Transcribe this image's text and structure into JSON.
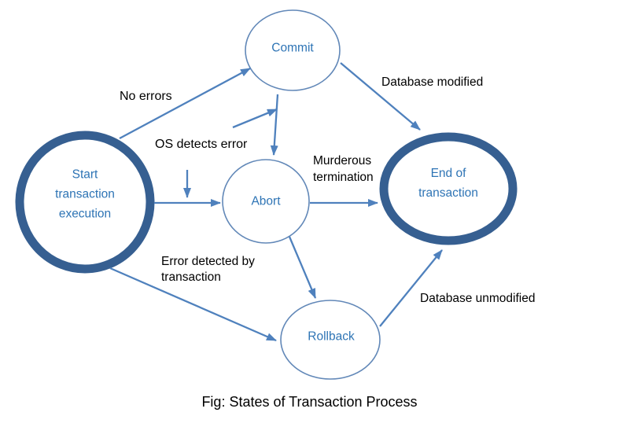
{
  "figure": {
    "caption": "Fig: States of Transaction Process"
  },
  "colors": {
    "background": "#ffffff",
    "node-stroke-thick": "#365f91",
    "node-stroke-thin": "#6288b8",
    "node-text": "#2e74b5",
    "arrow": "#4f81bd",
    "label-text": "#000000"
  },
  "nodes": {
    "start": {
      "lines": [
        "Start",
        "transaction",
        "execution"
      ]
    },
    "commit": {
      "lines": [
        "Commit"
      ]
    },
    "abort": {
      "lines": [
        "Abort"
      ]
    },
    "rollback": {
      "lines": [
        "Rollback"
      ]
    },
    "end": {
      "lines": [
        "End of",
        "transaction"
      ]
    }
  },
  "edge_labels": {
    "no_errors": "No errors",
    "os_detects_error": "OS detects error",
    "murderous": [
      "Murderous",
      "termination"
    ],
    "database_modified": "Database modified",
    "error_detected": [
      "Error detected by",
      "transaction"
    ],
    "database_unmodified": "Database unmodified"
  }
}
